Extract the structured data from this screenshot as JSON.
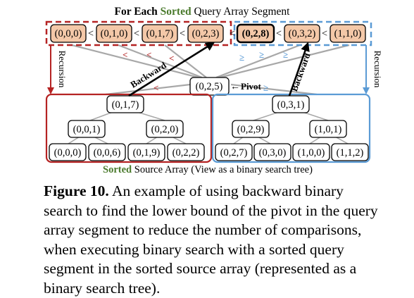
{
  "header": {
    "prefix": "For Each ",
    "highlight": "Sorted",
    "suffix": " Query Array Segment"
  },
  "query_left": [
    "(0,0,0)",
    "(0,1,0)",
    "(0,1,7)",
    "(0,2,3)"
  ],
  "query_right": [
    "(0,2,8)",
    "(0,3,2)",
    "(1,1,0)"
  ],
  "comparison_symbol": "<",
  "edge_less": "<",
  "edge_geq": "≥",
  "pivot": {
    "value": "(0,2,5)",
    "label": "Pivot"
  },
  "backward_label": "Backward",
  "recursion_label": "Recursion",
  "left_tree": {
    "root": "(0,1,7)",
    "mid": [
      "(0,0,1)",
      "(0,2,0)"
    ],
    "leaves": [
      "(0,0,0)",
      "(0,0,6)",
      "(0,1,9)",
      "(0,2,2)"
    ]
  },
  "right_tree": {
    "root": "(0,3,1)",
    "mid": [
      "(0,2,9)",
      "(1,0,1)"
    ],
    "leaves": [
      "(0,2,7)",
      "(0,3,0)",
      "(1,0,0)",
      "(1,1,2)"
    ]
  },
  "source_label": {
    "highlight": "Sorted",
    "suffix": " Source Array (View as a binary search tree)"
  },
  "caption": {
    "label": "Figure 10.",
    "text": " An example of using backward binary search to find the lower bound of the pivot in the query array segment to reduce the number of comparisons, when executing binary search with a sorted query segment in the sorted source array (represented as a binary search tree)."
  },
  "colors": {
    "green": "#4a7a2c",
    "red": "#b52323",
    "blue": "#5b9bd5",
    "fill": "#f4c8a8",
    "gray": "#a8a8a8"
  }
}
